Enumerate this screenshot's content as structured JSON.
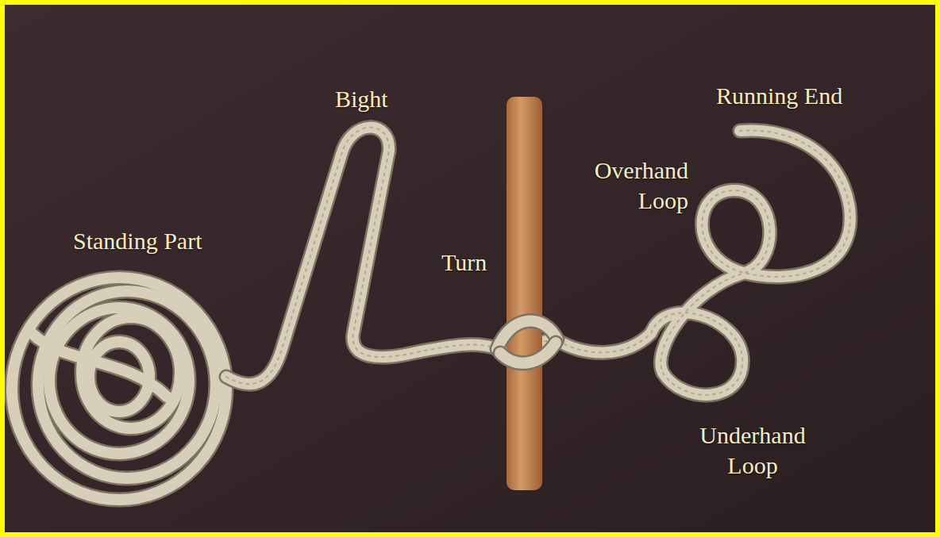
{
  "diagram": {
    "labels": [
      "Bight",
      "Running End",
      "Overhand Loop",
      "Standing Part",
      "Turn",
      "Underhand Loop"
    ]
  }
}
